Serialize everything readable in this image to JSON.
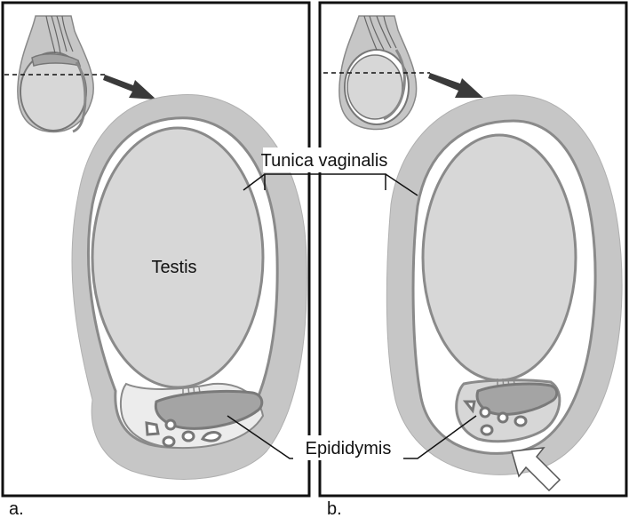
{
  "figure": {
    "panels": [
      {
        "letter": "a."
      },
      {
        "letter": "b."
      }
    ],
    "labels": {
      "testis": "Testis",
      "tunica_vaginalis": "Tunica vaginalis",
      "epididymis": "Epididymis"
    },
    "colors": {
      "background": "#ffffff",
      "frame": "#111111",
      "outer_wall": "#c6c6c6",
      "membrane": "#8a8a8a",
      "testis_fill": "#d7d7d7",
      "epididymis_fill": "#a4a4a4",
      "fluid_fill": "#ececec",
      "indicator_arrow": "#3a3a3a",
      "pointer_arrow": "#ffffff"
    }
  }
}
